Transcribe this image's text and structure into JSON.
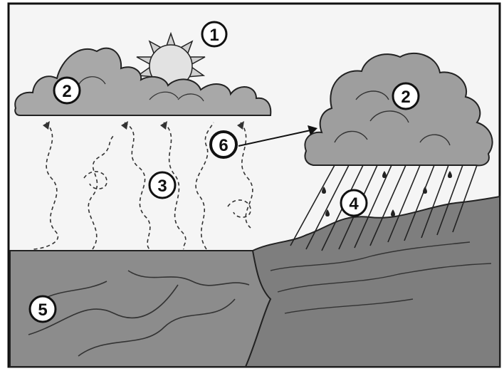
{
  "diagram": {
    "labels": [
      {
        "id": "1",
        "text": "1"
      },
      {
        "id": "2a",
        "text": "2"
      },
      {
        "id": "2b",
        "text": "2"
      },
      {
        "id": "3",
        "text": "3"
      },
      {
        "id": "4",
        "text": "4"
      },
      {
        "id": "5",
        "text": "5"
      },
      {
        "id": "6",
        "text": "6"
      }
    ],
    "colors": {
      "sky": "#f4f4f4",
      "sun": "#d8d8d8",
      "cloud": "#a9a9a9",
      "rain_cloud": "#9c9c9c",
      "water": "#8a8a8a",
      "land": "#7d7d7d",
      "stroke": "#1a1a1a"
    }
  }
}
